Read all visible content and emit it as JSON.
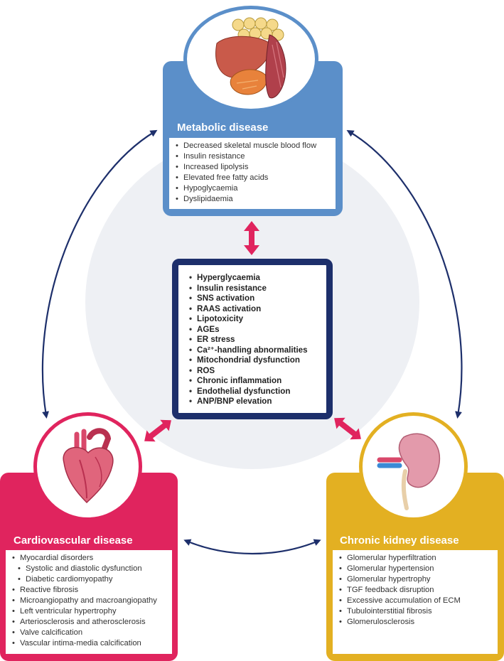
{
  "metabolic": {
    "title": "Metabolic disease",
    "items": [
      "Decreased skeletal muscle blood flow",
      "Insulin resistance",
      "Increased lipolysis",
      "Elevated free fatty acids",
      "Hypoglycaemia",
      "Dyslipidaemia"
    ],
    "color": "#5b8fc9",
    "icon": "organs-icon"
  },
  "central": {
    "items": [
      "Hyperglycaemia",
      "Insulin resistance",
      "SNS activation",
      "RAAS activation",
      "Lipotoxicity",
      "AGEs",
      "ER stress",
      "Ca²⁺-handling abnormalities",
      "Mitochondrial dysfunction",
      "ROS",
      "Chronic inflammation",
      "Endothelial dysfunction",
      "ANP/BNP elevation"
    ],
    "border_color": "#1d2f6b"
  },
  "cardiovascular": {
    "title": "Cardiovascular disease",
    "items": [
      {
        "text": "Myocardial disorders",
        "sub": false
      },
      {
        "text": "Systolic and diastolic dysfunction",
        "sub": true
      },
      {
        "text": "Diabetic cardiomyopathy",
        "sub": true
      },
      {
        "text": "Reactive fibrosis",
        "sub": false
      },
      {
        "text": "Microangiopathy and macroangiopathy",
        "sub": false
      },
      {
        "text": "Left ventricular hypertrophy",
        "sub": false
      },
      {
        "text": "Arteriosclerosis and atherosclerosis",
        "sub": false
      },
      {
        "text": "Valve calcification",
        "sub": false
      },
      {
        "text": "Vascular intima-media calcification",
        "sub": false
      }
    ],
    "color": "#e0245e",
    "icon": "heart-icon"
  },
  "kidney": {
    "title": "Chronic kidney disease",
    "items": [
      "Glomerular hyperfiltration",
      "Glomerular hypertension",
      "Glomerular hypertrophy",
      "TGF feedback disruption",
      "Excessive accumulation of ECM",
      "Tubulointerstitial fibrosis",
      "Glomerulosclerosis"
    ],
    "color": "#e3b022",
    "icon": "kidney-icon"
  },
  "arrows": {
    "outer_color": "#1d2f6b",
    "inner_color": "#e0245e"
  }
}
